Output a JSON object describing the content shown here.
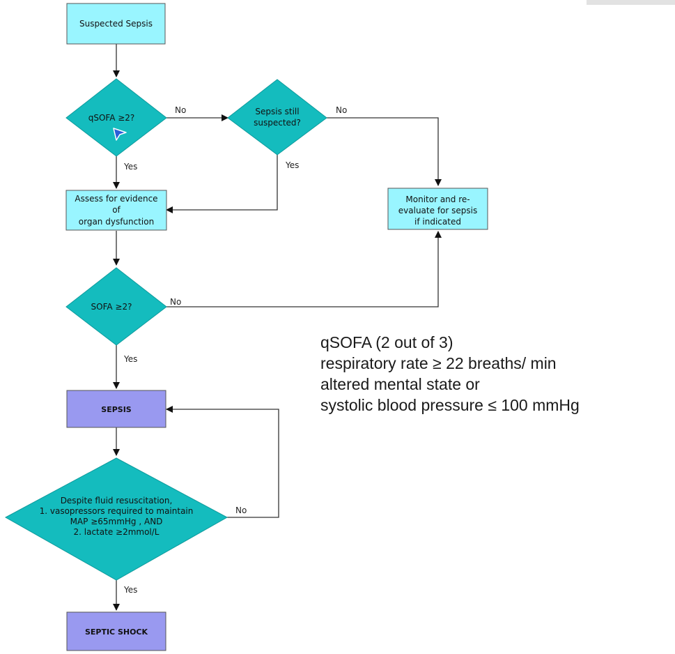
{
  "nodes": {
    "suspected_sepsis": "Suspected Sepsis",
    "qsofa_decision": "qSOFA  ≥2?",
    "sepsis_still_line1": "Sepsis still",
    "sepsis_still_line2": "suspected?",
    "assess_line1": "Assess for evidence",
    "assess_line2": "of",
    "assess_line3": "organ dysfunction",
    "monitor_line1": "Monitor and re-",
    "monitor_line2": "evaluate for sepsis",
    "monitor_line3": "if indicated",
    "sofa_decision": "SOFA  ≥2?",
    "sepsis": "SEPSIS",
    "shock_q_line1": "Despite fluid resuscitation,",
    "shock_q_line2": "1. vasopressors required to maintain",
    "shock_q_line3": "MAP ≥65mmHg , AND",
    "shock_q_line4": "2. lactate ≥2mmol/L",
    "septic_shock": "SEPTIC SHOCK"
  },
  "edge_labels": {
    "qsofa_no": "No",
    "qsofa_yes": "Yes",
    "still_no": "No",
    "still_yes": "Yes",
    "sofa_no": "No",
    "sofa_yes": "Yes",
    "shock_no": "No",
    "shock_yes": "Yes"
  },
  "criteria": {
    "line1": "qSOFA (2 out of 3)",
    "line2": "respiratory rate ≥ 22 breaths/ min",
    "line3": "altered mental state or",
    "line4": "systolic blood pressure ≤ 100 mmHg"
  },
  "colors": {
    "process_fill": "#99f5ff",
    "decision_fill": "#14bcbe",
    "outcome_fill": "#9999f0",
    "border": "#555555"
  }
}
